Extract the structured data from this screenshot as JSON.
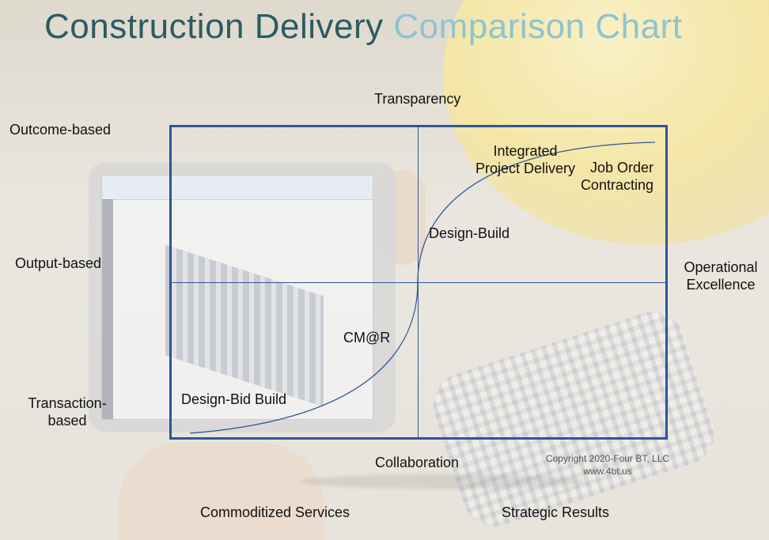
{
  "title": {
    "part1": "Construction Delivery",
    "part2": "Comparison Chart"
  },
  "axes": {
    "top": "Transparency",
    "bottom": "Collaboration",
    "right_line1": "Operational",
    "right_line2": "Excellence",
    "left_top": "Outcome-based",
    "left_middle": "Output-based",
    "left_bottom_line1": "Transaction-",
    "left_bottom_line2": "based",
    "bottom_left": "Commoditized Services",
    "bottom_right": "Strategic Results"
  },
  "methods": {
    "ipd_line1": "Integrated",
    "ipd_line2": "Project Delivery",
    "joc_line1": "Job Order",
    "joc_line2": "Contracting",
    "design_build": "Design-Build",
    "cmar": "CM@R",
    "dbb": "Design-Bid Build"
  },
  "copyright": {
    "line1": "Copyright 2020-Four BT, LLC",
    "line2": "www.4bt.us"
  },
  "colors": {
    "title_dark": "#2b5b63",
    "title_light": "#8fc3d0",
    "frame": "#2f5597"
  }
}
